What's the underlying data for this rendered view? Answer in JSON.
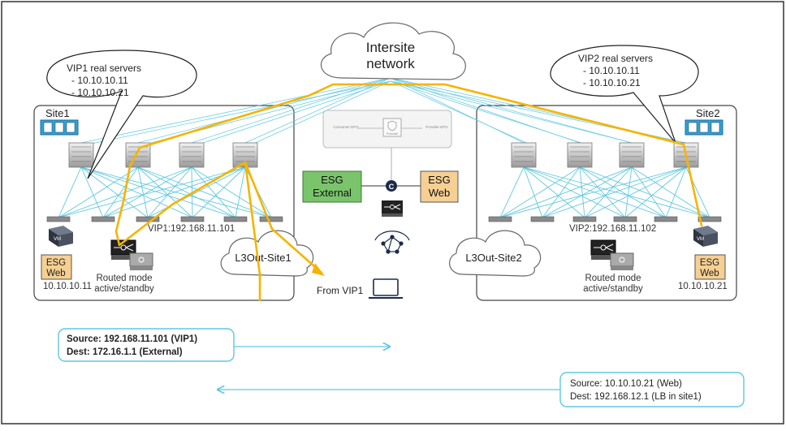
{
  "cloud": {
    "line1": "Intersite",
    "line2": "network"
  },
  "site1": {
    "label": "Site1",
    "callout": {
      "title": "VIP1 real servers",
      "items": [
        "- 10.10.10.11",
        "- 10.10.10.21"
      ]
    },
    "vip": "VIP1:192.168.11.101",
    "esg_line1": "ESG",
    "esg_line2": "Web",
    "server_ip": "10.10.10.11",
    "lb_line1": "Routed mode",
    "lb_line2": "active/standby",
    "l3out": "L3Out-Site1",
    "vm_label": "VM"
  },
  "site2": {
    "label": "Site2",
    "callout": {
      "title": "VIP2 real servers",
      "items": [
        "- 10.10.10.11",
        "- 10.10.10.21"
      ]
    },
    "vip": "VIP2:192.168.11.102",
    "esg_line1": "ESG",
    "esg_line2": "Web",
    "server_ip": "10.10.10.21",
    "lb_line1": "Routed mode",
    "lb_line2": "active/standby",
    "l3out": "L3Out-Site2",
    "vm_label": "VM"
  },
  "center": {
    "contract_consumer": "Consumer EPG",
    "contract_firewall": "Firewall",
    "contract_provider": "Provider EPG",
    "esg_external_line1": "ESG",
    "esg_external_line2": "External",
    "esg_web_line1": "ESG",
    "esg_web_line2": "Web",
    "contract_letter": "C",
    "from_label": "From VIP1"
  },
  "flows": {
    "request": {
      "source": "Source: 192.168.11.101 (VIP1)",
      "dest": "Dest: 172.16.1.1 (External)"
    },
    "response": {
      "source": "Source: 10.10.10.21 (Web)",
      "dest": "Dest: 192.168.12.1 (LB in site1)"
    }
  },
  "colors": {
    "path": "#f5b400",
    "link": "#5fc8e0",
    "esg_external": "#7ac46b",
    "esg_web": "#f6cf93",
    "apic": "#2aa3dc",
    "flow_arrow": "#5fc8e0"
  }
}
